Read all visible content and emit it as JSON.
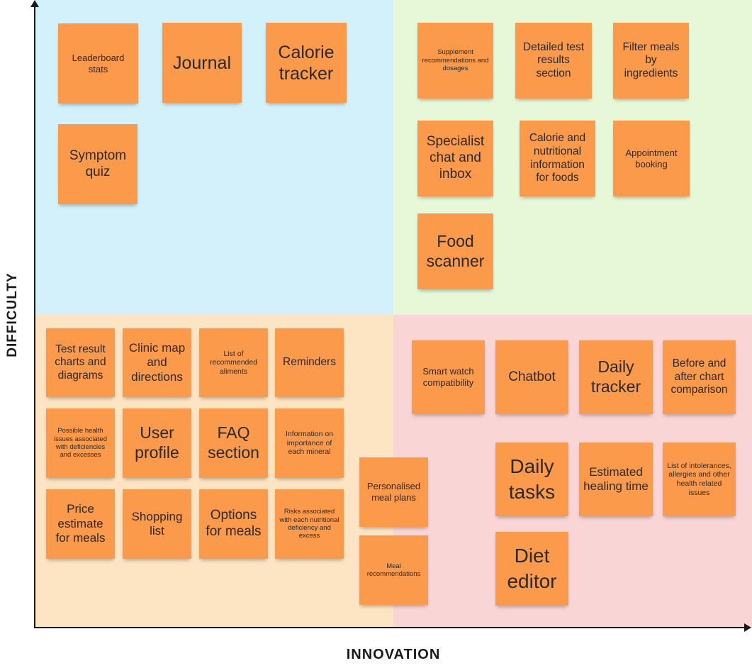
{
  "axes": {
    "y_label": "DIFFICULTY",
    "x_label": "INNOVATION"
  },
  "colors": {
    "top_left": "#d3f1fa",
    "top_right": "#e7f8d8",
    "bottom_left": "#fde4c3",
    "bottom_right": "#f9d5d6",
    "sticky_note": "#fb9a4b"
  },
  "notes": {
    "leaderboard_stats": "Leaderboard stats",
    "journal": "Journal",
    "calorie_tracker": "Calorie tracker",
    "symptom_quiz": "Symptom quiz",
    "supplement_recommendations": "Supplement recommendations and dosages",
    "detailed_test_results": "Detailed test results section",
    "filter_meals": "Filter meals by ingredients",
    "specialist_chat": "Specialist chat and inbox",
    "calorie_nutritional_info": "Calorie and nutritional information for foods",
    "appointment_booking": "Appointment booking",
    "food_scanner": "Food scanner",
    "test_result_charts": "Test result charts and diagrams",
    "clinic_map": "Clinic map and directions",
    "recommended_aliments": "List of recommended aliments",
    "reminders": "Reminders",
    "possible_health_issues": "Possible health issues associated with deficiencies and excesses",
    "user_profile": "User profile",
    "faq_section": "FAQ section",
    "mineral_importance": "Information on importance of each mineral",
    "price_estimate": "Price estimate for meals",
    "shopping_list": "Shopping list",
    "options_for_meals": "Options for meals",
    "risks_deficiency": "Risks associated with each nutritional deficiency and excess",
    "personalised_meal_plans": "Personalised meal plans",
    "meal_recommendations": "Meal recommendations",
    "smart_watch": "Smart watch compatibility",
    "chatbot": "Chatbot",
    "daily_tracker": "Daily tracker",
    "before_after_chart": "Before and after chart comparison",
    "daily_tasks": "Daily tasks",
    "estimated_healing_time": "Estimated healing time",
    "intolerances_list": "List of intolerances, allergies and other health related issues",
    "diet_editor": "Diet editor"
  }
}
